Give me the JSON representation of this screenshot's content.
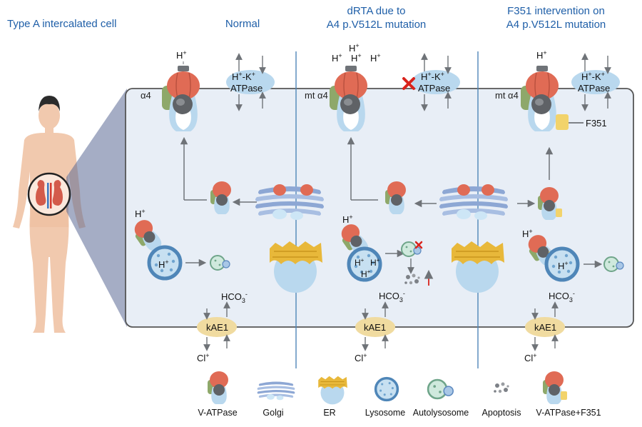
{
  "header": {
    "cell_title": "Type A intercalated cell",
    "col_normal": "Normal",
    "col_drta_line1": "dRTA due to",
    "col_drta_line2": "A4 p.V512L mutation",
    "col_f351_line1": "F351 intervention on",
    "col_f351_line2": "A4 p.V512L mutation"
  },
  "labels": {
    "h": "H",
    "plus": "+",
    "hk_line1_h": "H",
    "hk_line1_k": "-K",
    "atpase": "ATPase",
    "a4": "α4",
    "mt_a4": "mt α4",
    "f351": "F351",
    "hco3": "HCO",
    "hco3_sub": "3",
    "hco3_sup": "-",
    "kae1": "kAE1",
    "cl": "Cl",
    "cl_sup": "+"
  },
  "legend": {
    "items": [
      "V-ATPase",
      "Golgi",
      "ER",
      "Lysosome",
      "Autolysosome",
      "Apoptosis",
      "V-ATPase+F351"
    ]
  },
  "colors": {
    "title_blue": "#1f5fa8",
    "cell_fill": "#e8eef6",
    "vatpase_red": "#e06b55",
    "vatpase_dark": "#5f6266",
    "vatpase_light": "#b9d8ee",
    "green": "#8ea86a",
    "yellow": "#f2d36b",
    "lysosome_blue": "#6fa4cf",
    "er_gold": "#e8b83a",
    "error_red": "#d9231c"
  }
}
